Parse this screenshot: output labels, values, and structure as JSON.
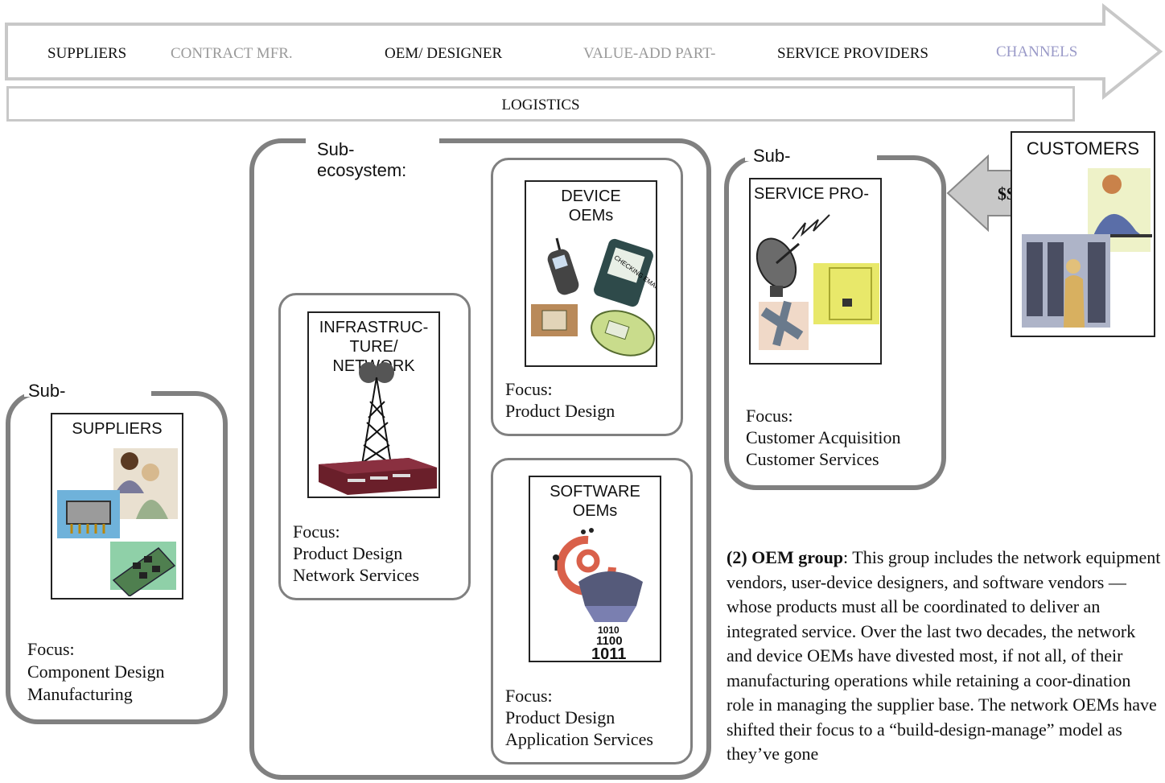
{
  "value_chain": {
    "stages": [
      {
        "label": "SUPPLIERS",
        "color": "#000000"
      },
      {
        "label": "CONTRACT MFR.",
        "color": "#9a9a9a"
      },
      {
        "label": "OEM/ DESIGNER",
        "color": "#000000"
      },
      {
        "label": "VALUE-ADD PART-",
        "color": "#9a9a9a"
      },
      {
        "label": "SERVICE PROVIDERS",
        "color": "#000000"
      },
      {
        "label": "CHANNELS",
        "color": "#9a9ac8"
      }
    ],
    "logistics": "LOGISTICS"
  },
  "suppliers_group": {
    "title": "Sub-",
    "card_title": "SUPPLIERS",
    "focus_label": "Focus:",
    "focus_items": [
      "Component Design",
      "Manufacturing"
    ]
  },
  "oem_group": {
    "title_line1": "Sub-",
    "title_line2": "ecosystem:",
    "infrastructure": {
      "card_title_lines": [
        "INFRASTRUC-",
        "TURE/",
        "NETWORK"
      ],
      "focus_label": "Focus:",
      "focus_items": [
        "Product Design",
        "Network Services"
      ]
    },
    "device": {
      "card_title_lines": [
        "DEVICE",
        "OEMs"
      ],
      "focus_label": "Focus:",
      "focus_items": [
        "Product Design"
      ],
      "screen_text": "CHECKING EMAIL..."
    },
    "software": {
      "card_title_lines": [
        "SOFTWARE",
        "OEMs"
      ],
      "focus_label": "Focus:",
      "focus_items": [
        "Product Design",
        "Application Services"
      ],
      "binary_lines": [
        "1010",
        "1100",
        "1011"
      ]
    }
  },
  "service_group": {
    "title": "Sub-",
    "card_title": "SERVICE PRO-",
    "focus_label": "Focus:",
    "focus_items": [
      "Customer Acquisition",
      "Customer Services"
    ]
  },
  "money_arrow": {
    "label": "$$"
  },
  "customers": {
    "title": "CUSTOMERS"
  },
  "paragraph": {
    "bold_lead": "(2) OEM group",
    "text": ": This group includes the network equipment vendors, user-device designers, and software vendors — whose products must all be coordinated to deliver an integrated service. Over the last two decades, the network and device OEMs have divested most, if not all, of their manufacturing operations while retaining a coor-dination role in managing the supplier base. The network OEMs have shifted their focus to a “build-design-manage” model as they’ve gone"
  }
}
